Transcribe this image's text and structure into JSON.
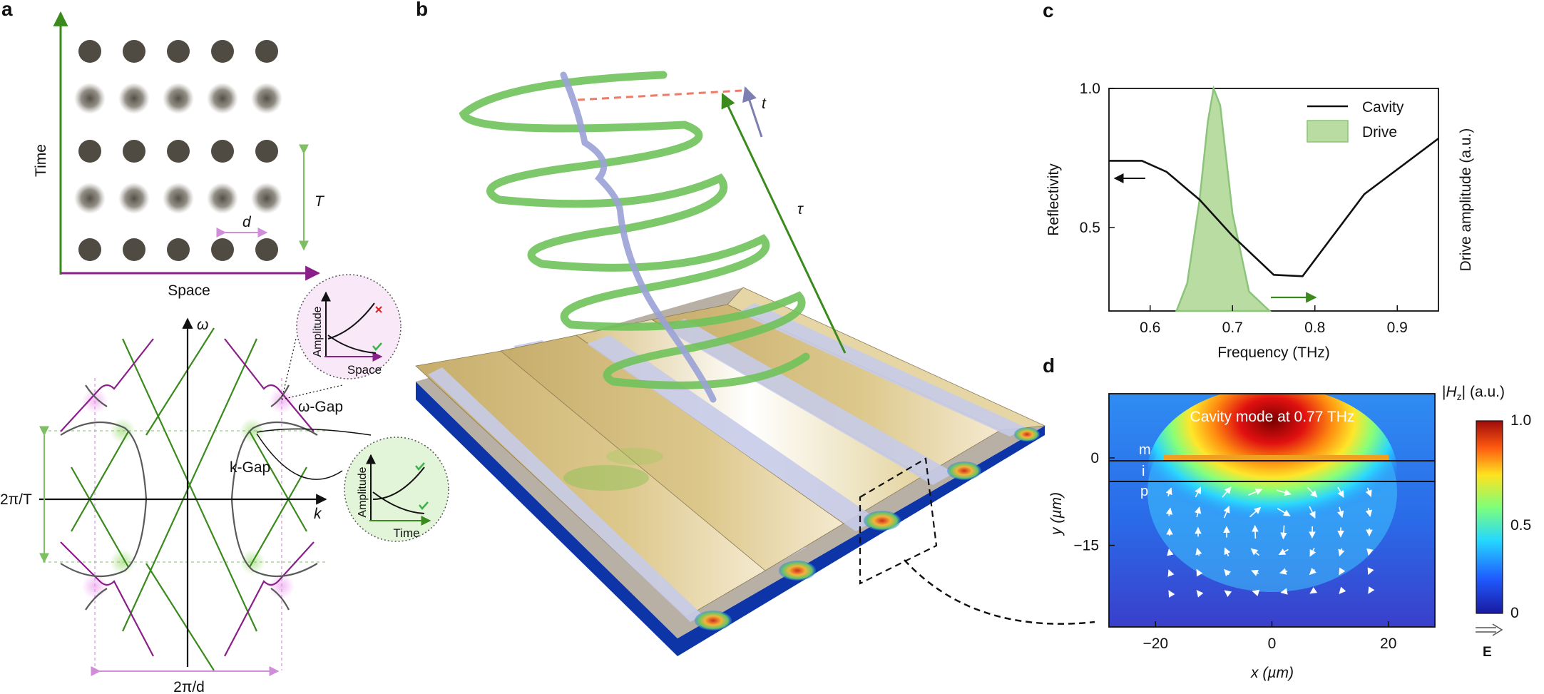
{
  "panels": {
    "a": "a",
    "b": "b",
    "c": "c",
    "d": "d"
  },
  "panel_a": {
    "time_label": "Time",
    "space_label": "Space",
    "period_label": "T",
    "spacing_label": "d",
    "omega_label": "ω",
    "k_label": "k",
    "omega_gap_label": "ω-Gap",
    "k_gap_label": "k-Gap",
    "two_pi_t": "2π/T",
    "two_pi_d": "2π/d",
    "inset_top": {
      "ylabel": "Amplitude",
      "xlabel": "Space"
    },
    "inset_bottom": {
      "ylabel": "Amplitude",
      "xlabel": "Time"
    }
  },
  "panel_b": {
    "t_label": "t",
    "tau_label": "τ"
  },
  "colors": {
    "green": "#3a8a1e",
    "purple": "#8a1f8a",
    "pink": "#e5a8e5",
    "light_green": "#a8d68c",
    "gold": "#c8b068",
    "substrate": "#0d35a8",
    "dashed_red": "#f07a66",
    "lavender": "#9da3d4"
  },
  "chart_data": [
    {
      "type": "line",
      "xlabel": "Frequency (THz)",
      "ylabel": "Reflectivity",
      "y2label": "Drive amplitude (a.u.)",
      "xlim": [
        0.55,
        0.95
      ],
      "ylim": [
        0.2,
        1.0
      ],
      "x_ticks": [
        "0.6",
        "0.7",
        "0.8",
        "0.9"
      ],
      "y_ticks": [
        "0.5",
        "1.0"
      ],
      "legend": "top-right",
      "series": [
        {
          "name": "Cavity",
          "x": [
            0.55,
            0.59,
            0.62,
            0.66,
            0.7,
            0.75,
            0.785,
            0.86,
            0.95
          ],
          "y": [
            0.74,
            0.74,
            0.7,
            0.6,
            0.47,
            0.33,
            0.325,
            0.62,
            0.82
          ]
        },
        {
          "name": "Drive",
          "x": [
            0.632,
            0.645,
            0.66,
            0.67,
            0.677,
            0.685,
            0.7,
            0.72,
            0.745
          ],
          "y": [
            0.2,
            0.3,
            0.6,
            0.88,
            1.0,
            0.94,
            0.55,
            0.27,
            0.2
          ]
        }
      ]
    },
    {
      "type": "heatmap",
      "title": "Cavity mode at 0.77 THz",
      "xlabel": "x (µm)",
      "ylabel": "y (µm)",
      "xlim": [
        -28,
        28
      ],
      "ylim": [
        -29,
        11
      ],
      "x_ticks": [
        "−20",
        "0",
        "20"
      ],
      "y_ticks": [
        "0",
        "−15"
      ],
      "layer_labels": [
        "m",
        "i",
        "p"
      ],
      "colorbar": {
        "label": "|Hz| (a.u.)",
        "ticks": [
          "1.0",
          "0.5",
          "0"
        ],
        "range": [
          0,
          1
        ]
      },
      "field_label": "E"
    }
  ]
}
